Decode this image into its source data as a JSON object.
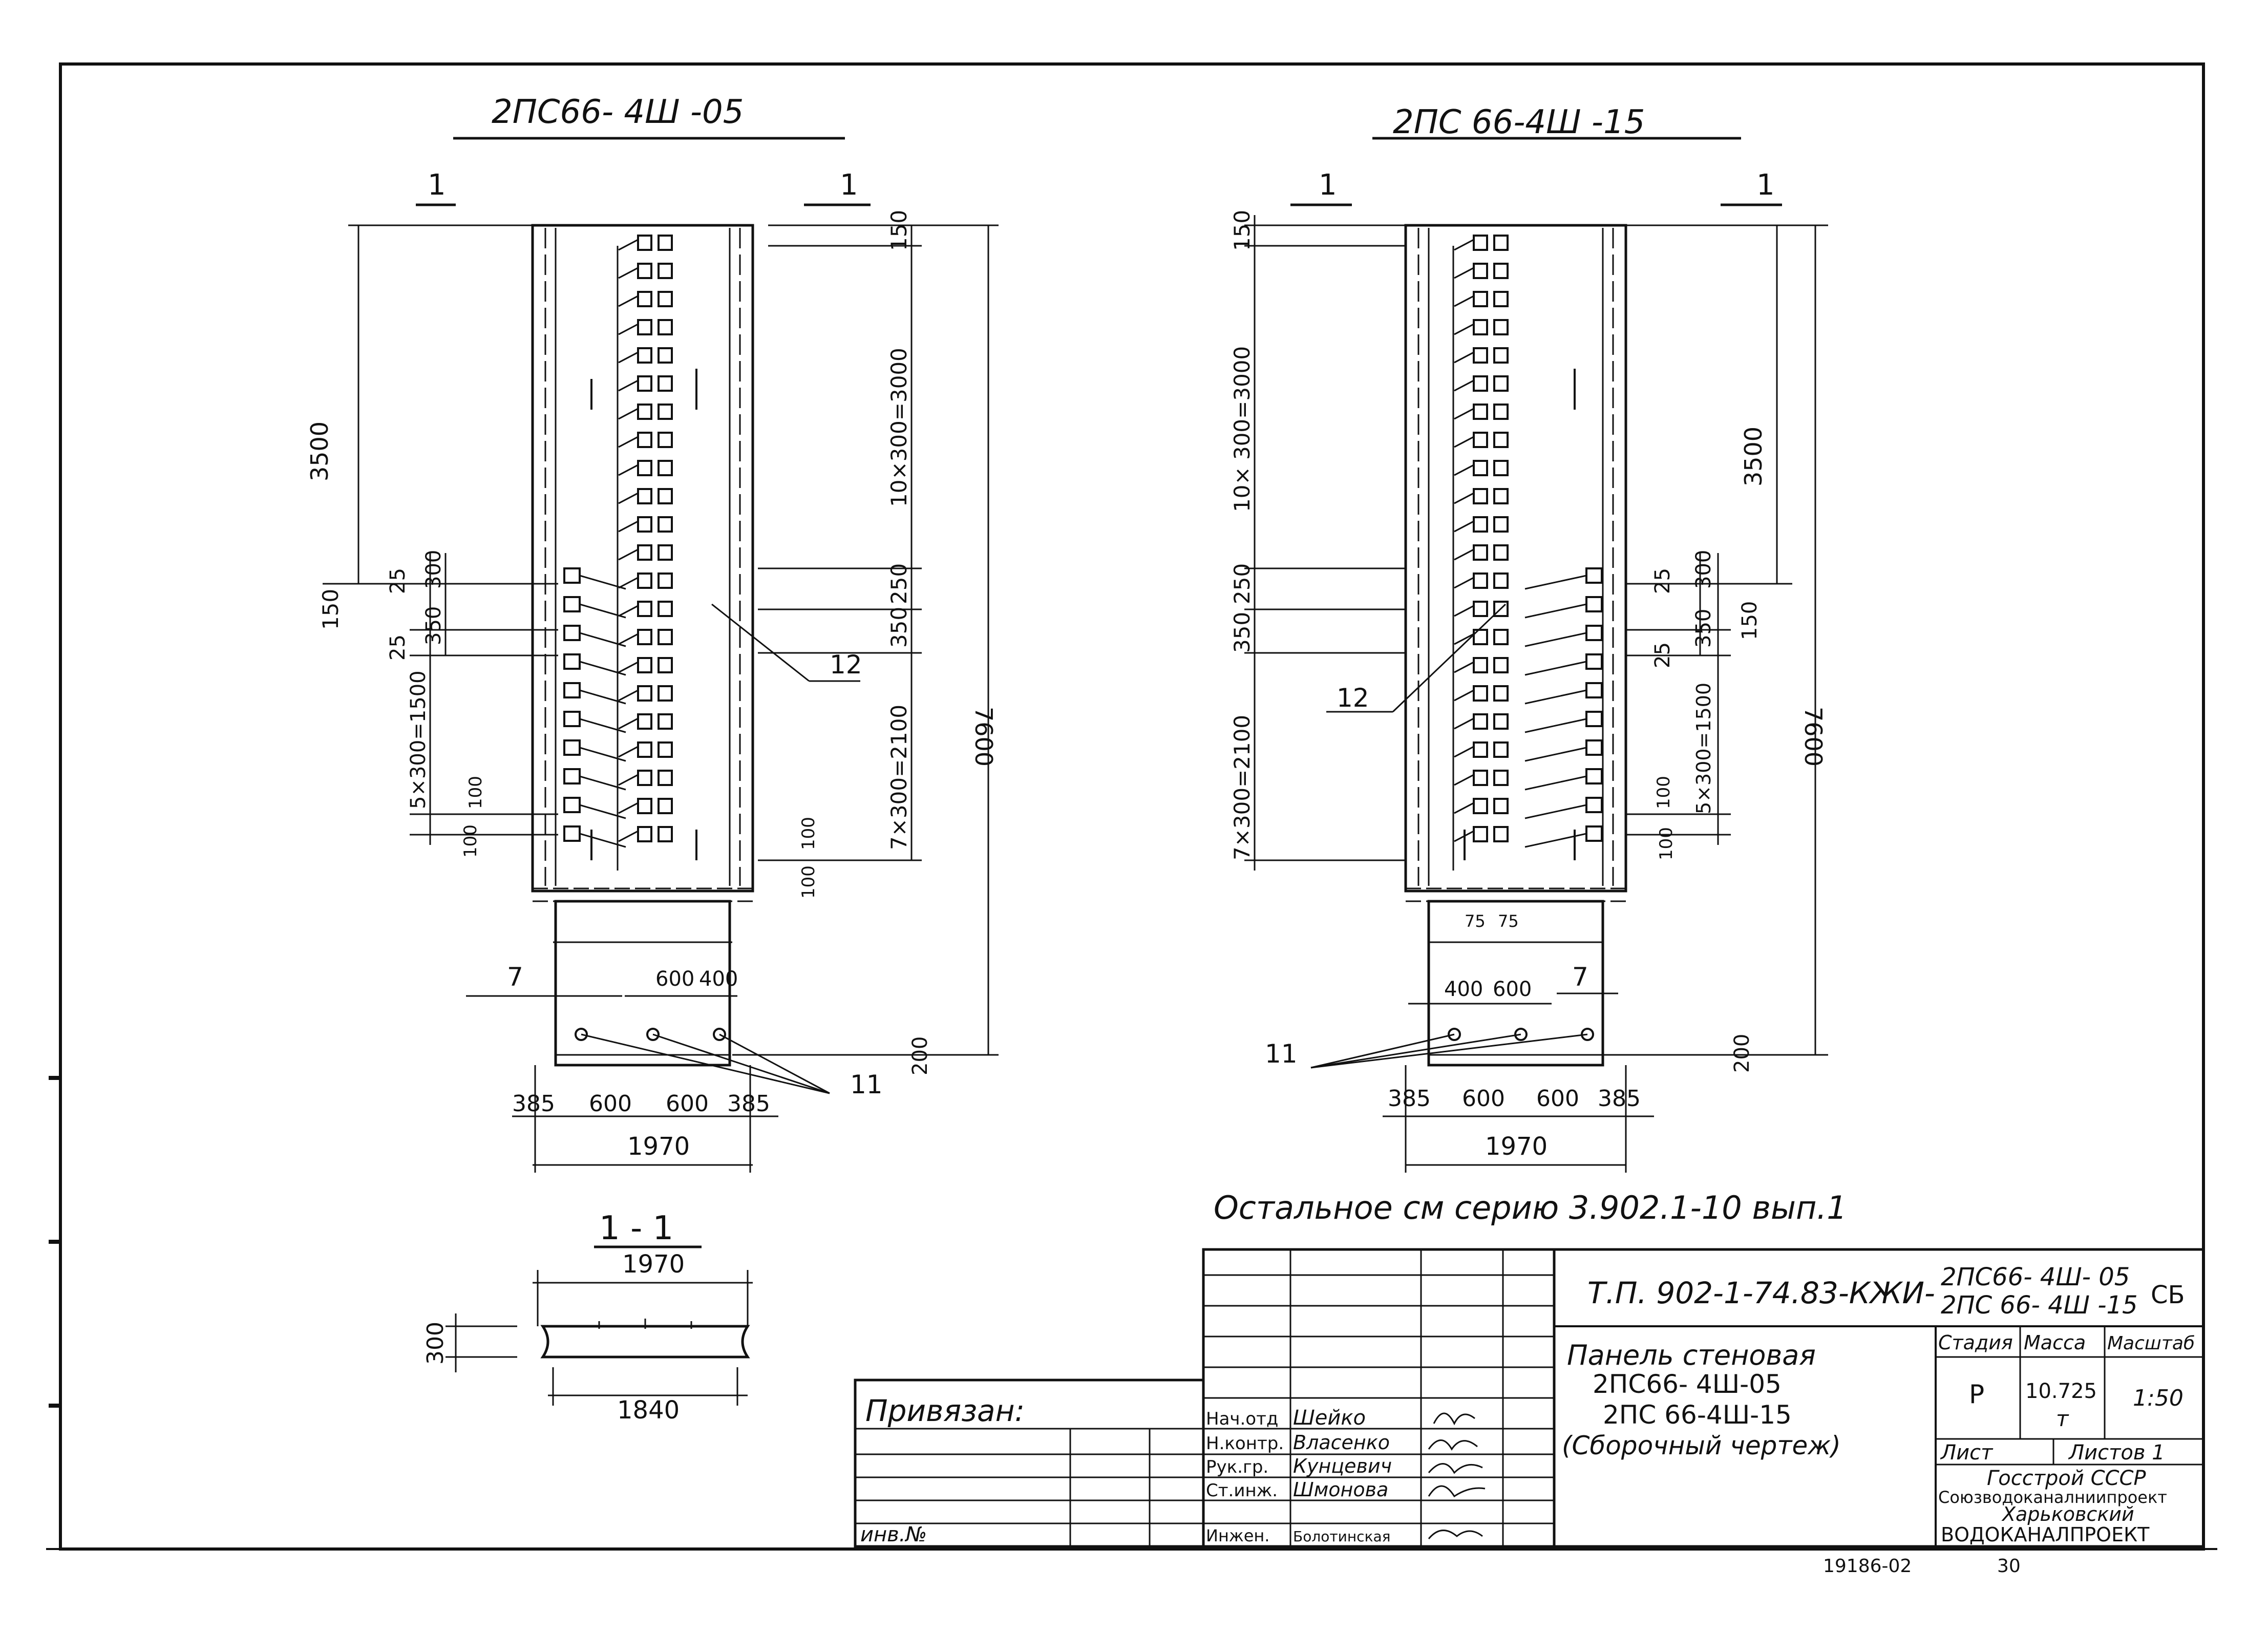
{
  "left_view": {
    "title": "2ПС66- 4Ш -05",
    "section_mark_left": "1",
    "section_mark_right": "1",
    "dims": {
      "top_150": "150",
      "span_3000": "10×300=3000",
      "d_250": "250",
      "d_350": "350",
      "span_2100": "7×300=2100",
      "total_7600": "7600",
      "left_3500": "3500",
      "left_150": "150",
      "left_25a": "25",
      "left_25b": "25",
      "left_300": "300",
      "left_350": "350",
      "span_1500": "5×300=1500",
      "left_100": "100",
      "left_100b": "100",
      "right_100": "100",
      "right_100b": "100",
      "bot_600": "600",
      "bot_400": "400",
      "bot_200": "200",
      "w_385a": "385",
      "w_600a": "600",
      "w_600b": "600",
      "w_385b": "385",
      "width_1970": "1970"
    },
    "callouts": {
      "c12": "12",
      "c7": "7",
      "c11": "11"
    }
  },
  "right_view": {
    "title": "2ПС 66-4Ш -15",
    "section_mark_left": "1",
    "section_mark_right": "1",
    "dims": {
      "top_150": "150",
      "span_3000": "10× 300=3000",
      "d_250": "250",
      "d_350": "350",
      "span_2100": "7×300=2100",
      "total_7600": "7600",
      "right_3500": "3500",
      "right_150": "150",
      "right_25a": "25",
      "right_25b": "25",
      "right_300": "300",
      "right_350": "350",
      "span_1500": "5×300=1500",
      "right_100": "100",
      "right_100b": "100",
      "b_75a": "75",
      "b_75b": "75",
      "bot_400": "400",
      "bot_600": "600",
      "bot_200": "200",
      "w_385a": "385",
      "w_600a": "600",
      "w_600b": "600",
      "w_385b": "385",
      "width_1970": "1970"
    },
    "callouts": {
      "c12": "12",
      "c7": "7",
      "c11": "11"
    }
  },
  "section": {
    "title": "1 - 1",
    "top_width": "1970",
    "bottom_width": "1840",
    "thickness": "300"
  },
  "note": "Остальное см серию 3.902.1-10 вып.1",
  "stamp": {
    "left_label": "Привязан:",
    "inv_label": "инв.№",
    "roles": [
      "Нач.отд",
      "Н.контр.",
      "Рук.гр.",
      "Ст.инж.",
      "Инжен."
    ],
    "names": [
      "Шейко",
      "Власенко",
      "Кунцевич",
      "Шмонова",
      "Болотинская"
    ],
    "doc_code": "Т.П. 902-1-74.83-КЖИ-",
    "doc_marks": [
      "2ПС66- 4Ш- 05",
      "2ПС 66- 4Ш -15"
    ],
    "doc_suffix": "СБ",
    "description": [
      "Панель стеновая",
      "2ПС66- 4Ш-05",
      "2ПС 66-4Ш-15",
      "(Сборочный чертеж)"
    ],
    "col_headers": [
      "Стадия",
      "Масса",
      "Масштаб"
    ],
    "stage": "Р",
    "mass": "10.725",
    "mass_unit": "т",
    "scale": "1:50",
    "sheet_label": "Лист",
    "sheets_label": "Листов 1",
    "org_lines": [
      "Госстрой СССР",
      "Союзводоканалниипроект",
      "Харьковский",
      "ВОДОКАНАЛПРОЕКТ"
    ],
    "footer_num": "19186-02",
    "footer_page": "30"
  }
}
